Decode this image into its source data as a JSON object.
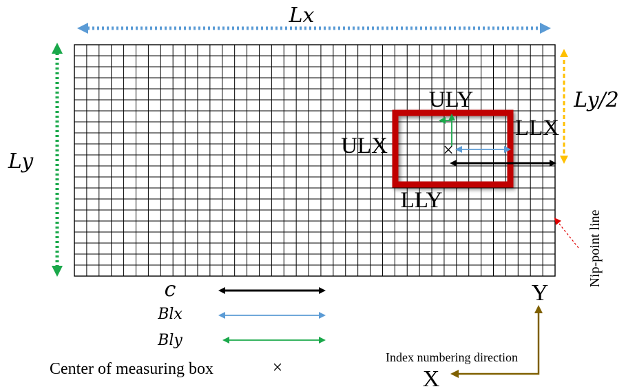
{
  "labels": {
    "lx": "Lx",
    "ly": "Ly",
    "ly_half": "Ly/2",
    "uly": "ULY",
    "ulx": "ULX",
    "llx": "LLX",
    "lly": "LLY",
    "nip_point_line": "Nip-point line",
    "legend_c": "c",
    "legend_blx": "Blx",
    "legend_bly": "Bly",
    "center_of_measuring_box": "Center of measuring box",
    "center_marker": "×",
    "axis_y": "Y",
    "axis_x": "X",
    "index_numbering_direction": "Index numbering direction"
  },
  "grid": {
    "columns": 39,
    "rows": 21
  },
  "colors": {
    "grid_line": "#000000",
    "lx_arrow": "#5b9bd5",
    "ly_arrow": "#1aa84a",
    "ly_half_arrow": "#ffc000",
    "measuring_box": "#c00000",
    "c_arrow": "#000000",
    "blx_arrow": "#5b9bd5",
    "bly_arrow": "#1aa84a",
    "index_arrow": "#7f6000",
    "nip_line_arrow": "#e00000"
  }
}
